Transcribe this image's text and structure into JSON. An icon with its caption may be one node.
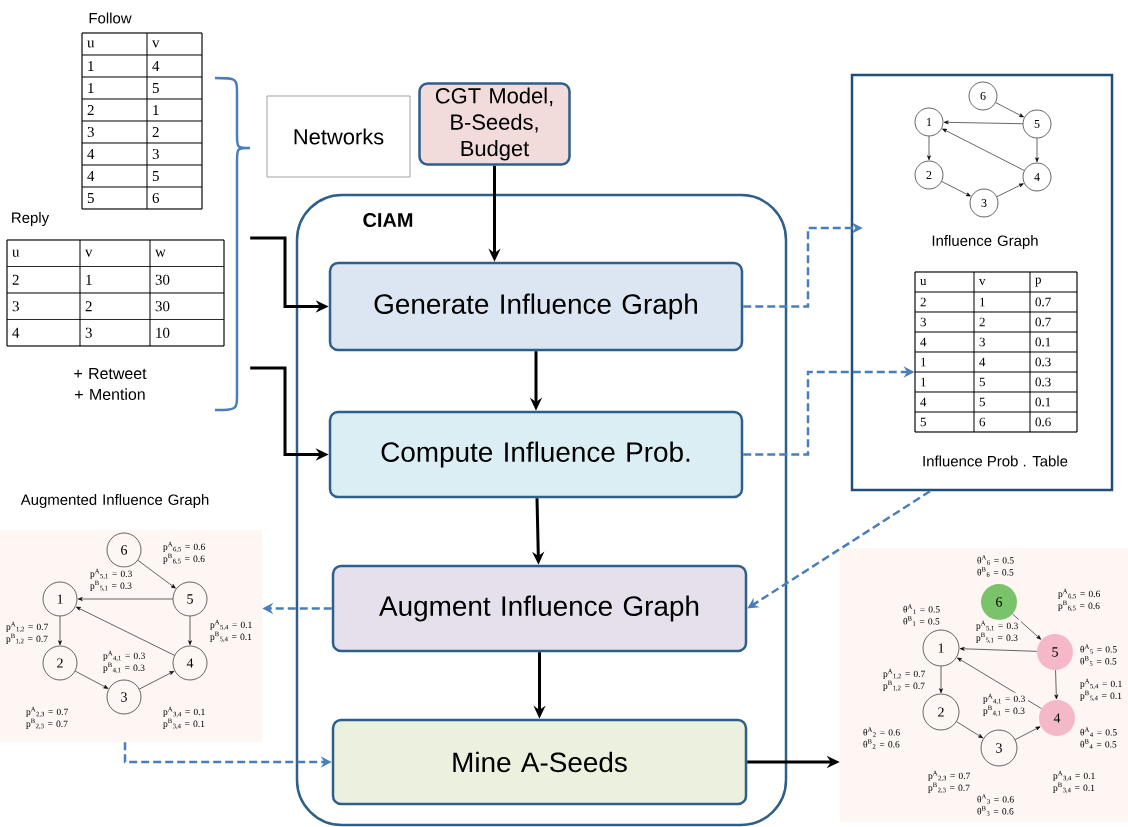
{
  "diagram": {
    "nodes": [
      {
        "text": [
          "Follow",
          "u",
          "v",
          "1",
          "4",
          "1",
          "5",
          "2",
          "1",
          "3",
          "2",
          "4",
          "3",
          "4",
          "5",
          "5",
          "6"
        ]
      },
      {
        "text": [
          "Reply",
          "u",
          "v",
          "w",
          "2",
          "1",
          "30",
          "3",
          "2",
          "30",
          "4",
          "3",
          "10"
        ]
      },
      {
        "text": [],
        "shape": "brace"
      },
      {
        "text": [
          "Networks"
        ]
      },
      {
        "text": [
          "CGT Model, B-Seeds, Budget"
        ]
      },
      {
        "text": [
          "CIAM"
        ]
      },
      {
        "text": [
          "Generate Influence Graph"
        ],
        "in": 5
      },
      {
        "text": [
          "Compute Influence Prob."
        ],
        "in": 5
      },
      {
        "text": [
          "Augment Influence Graph"
        ],
        "in": 5
      },
      {
        "text": [
          "Mine A-Seeds"
        ],
        "in": 5
      },
      {
        "text": [],
        "shape": "box"
      },
      {
        "text": [
          "Influence Graph"
        ],
        "in": 10
      },
      {
        "text": [
          "1"
        ],
        "in": 10
      },
      {
        "text": [
          "2"
        ],
        "in": 10
      },
      {
        "text": [
          "3"
        ],
        "in": 10
      },
      {
        "text": [
          "4"
        ],
        "in": 10
      },
      {
        "text": [
          "5"
        ],
        "in": 10
      },
      {
        "text": [
          "6"
        ],
        "in": 10
      },
      {
        "text": [
          "u",
          "v",
          "p",
          "2",
          "1",
          "0.7",
          "3",
          "2",
          "0.7",
          "4",
          "3",
          "0.1",
          "1",
          "4",
          "0.3",
          "1",
          "5",
          "0.3",
          "4",
          "5",
          "0.1",
          "5",
          "6",
          "0.6"
        ],
        "beside": [
          "Influence Prob . Table"
        ],
        "in": 10
      },
      {
        "text": [
          "Augmented Influence Graph"
        ]
      },
      {
        "text": [
          "1"
        ],
        "in": 19
      },
      {
        "text": [
          "2"
        ],
        "in": 19
      },
      {
        "text": [
          "3"
        ],
        "in": 19
      },
      {
        "text": [
          "4"
        ],
        "in": 19
      },
      {
        "text": [
          "5"
        ],
        "in": 19
      },
      {
        "text": [
          "6"
        ],
        "in": 19
      },
      {
        "text": [],
        "shape": "box"
      },
      {
        "text": [
          "1"
        ],
        "in": 26,
        "beside": [
          "θ$^{A}$$_{1}$ = 0.5 θ$^{B}$$_{1}$ = 0.5"
        ]
      },
      {
        "text": [
          "2"
        ],
        "in": 26,
        "beside": [
          "θ$^{A}$$_{2}$ = 0.6 θ$^{B}$$_{2}$ = 0.6"
        ]
      },
      {
        "text": [
          "3"
        ],
        "in": 26,
        "beside": [
          "θ$^{A}$$_{3}$ = 0.6 θ$^{B}$$_{3}$ = 0.6"
        ]
      },
      {
        "text": [
          "4"
        ],
        "in": 26,
        "beside": [
          "θ$^{A}$$_{4}$ = 0.5 θ$^{B}$$_{4}$ = 0.5"
        ]
      },
      {
        "text": [
          "5"
        ],
        "in": 26,
        "beside": [
          "θ$^{A}$$_{5}$ = 0.5 θ$^{B}$$_{5}$ = 0.5"
        ]
      },
      {
        "text": [
          "6"
        ],
        "in": 26,
        "beside": [
          "θ$^{A}$$_{6}$ = 0.5 θ$^{B}$$_{6}$ = 0.5"
        ]
      }
    ],
    "edges": [
      {
        "from": 2,
        "to": 6,
        "arrow": "to",
        "style": "thick"
      },
      {
        "from": 2,
        "to": 7,
        "arrow": "to",
        "style": "thick"
      },
      {
        "from": 4,
        "to": 6,
        "arrow": "to",
        "style": "thick"
      },
      {
        "from": 6,
        "to": 7,
        "arrow": "to",
        "style": "thick"
      },
      {
        "from": 7,
        "to": 8,
        "arrow": "to",
        "style": "thick"
      },
      {
        "from": 8,
        "to": 9,
        "arrow": "to",
        "style": "thick"
      },
      {
        "from": 6,
        "to": 11,
        "arrow": "to",
        "style": "dashed",
        "color": "#4a7ebb"
      },
      {
        "from": 7,
        "to": 18,
        "arrow": "to",
        "style": "dashed",
        "color": "#4a7ebb"
      },
      {
        "from": 10,
        "to": 8,
        "arrow": "to",
        "style": "dashed",
        "color": "#4a7ebb"
      },
      {
        "from": 8,
        "to": 19,
        "arrow": "to",
        "style": "dashed",
        "color": "#4a7ebb"
      },
      {
        "from": 19,
        "to": 9,
        "arrow": "to",
        "style": "dashed",
        "color": "#4a7ebb"
      },
      {
        "from": 9,
        "to": 26,
        "arrow": "to",
        "style": "thick"
      },
      {
        "from": 17,
        "to": 16,
        "arrow": "to"
      },
      {
        "from": 16,
        "to": 12,
        "arrow": "to"
      },
      {
        "from": 12,
        "to": 13,
        "arrow": "to"
      },
      {
        "from": 13,
        "to": 14,
        "arrow": "to"
      },
      {
        "from": 14,
        "to": 15,
        "arrow": "to"
      },
      {
        "from": 15,
        "to": 12,
        "arrow": "to"
      },
      {
        "from": 16,
        "to": 15,
        "arrow": "to"
      },
      {
        "from": 25,
        "to": 24,
        "arrow": "to",
        "label": "p$^{A}$$_{6,5}$ = 0.6 p$^{B}$$_{6,5}$ = 0.6"
      },
      {
        "from": 24,
        "to": 20,
        "arrow": "to",
        "label": "p$^{A}$$_{5,1}$ = 0.3 p$^{B}$$_{5,1}$ = 0.3"
      },
      {
        "from": 20,
        "to": 21,
        "arrow": "to",
        "label": "p$^{A}$$_{1,2}$ = 0.7 p$^{B}$$_{1,2}$ = 0.7"
      },
      {
        "from": 21,
        "to": 22,
        "arrow": "to",
        "label": "p$^{A}$$_{2,3}$ = 0.7 p$^{B}$$_{2,3}$ = 0.7"
      },
      {
        "from": 22,
        "to": 23,
        "arrow": "to",
        "label": "p$^{A}$$_{3,4}$ = 0.1 p$^{B}$$_{3,4}$ = 0.1"
      },
      {
        "from": 23,
        "to": 20,
        "arrow": "to",
        "label": "p$^{A}$$_{4,1}$ = 0.3 p$^{B}$$_{4,1}$ = 0.3"
      },
      {
        "from": 24,
        "to": 23,
        "arrow": "to",
        "label": "p$^{A}$$_{5,4}$ = 0.1 p$^{B}$$_{5,4}$ = 0.1"
      },
      {
        "from": 32,
        "to": 31,
        "arrow": "to",
        "label": "p$^{A}$$_{6,5}$ = 0.6 p$^{B}$$_{6,5}$ = 0.6"
      },
      {
        "from": 31,
        "to": 27,
        "arrow": "to",
        "label": "p$^{A}$$_{5,1}$ = 0.3 p$^{B}$$_{5,1}$ = 0.3"
      },
      {
        "from": 27,
        "to": 28,
        "arrow": "to",
        "label": "p$^{A}$$_{1,2}$ = 0.7 p$^{B}$$_{1,2}$ = 0.7"
      },
      {
        "from": 28,
        "to": 29,
        "arrow": "to",
        "label": "p$^{A}$$_{2,3}$ = 0.7 p$^{B}$$_{2,3}$ = 0.7"
      },
      {
        "from": 29,
        "to": 30,
        "arrow": "to",
        "label": "p$^{A}$$_{3,4}$ = 0.1 p$^{B}$$_{3,4}$ = 0.1"
      },
      {
        "from": 30,
        "to": 27,
        "arrow": "to",
        "label": "p$^{A}$$_{4,1}$ = 0.3 p$^{B}$$_{4,1}$ = 0.3"
      },
      {
        "from": 31,
        "to": 30,
        "arrow": "to",
        "label": "p$^{A}$$_{5,4}$ = 0.1 p$^{B}$$_{5,4}$ = 0.1"
      }
    ],
    "labels": [
      "+ Retweet + Mention"
    ]
  }
}
